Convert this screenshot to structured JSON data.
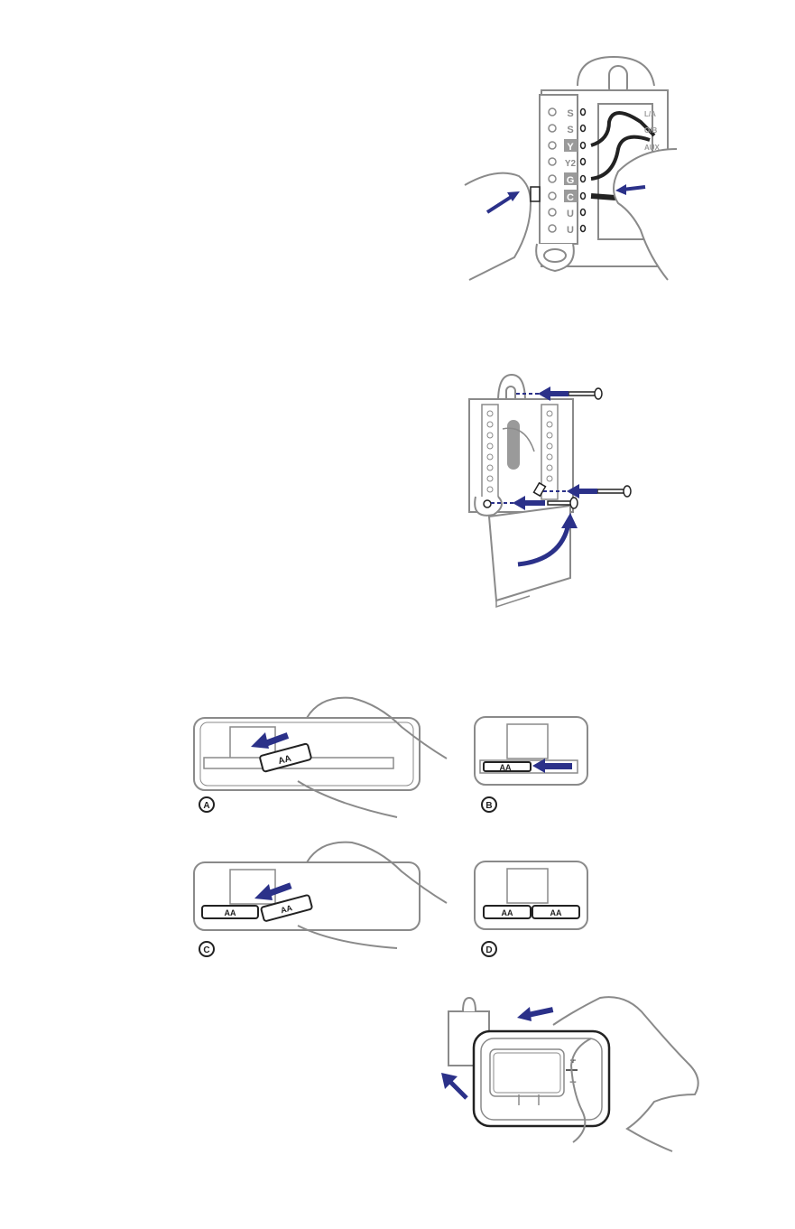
{
  "terminal_block": {
    "left_terminals": [
      "S",
      "S",
      "Y",
      "Y2",
      "G",
      "C",
      "U",
      "U"
    ],
    "right_terminals": [
      "L/A",
      "O/B",
      "AUX"
    ]
  },
  "battery_panels": {
    "labels": [
      "A",
      "B",
      "C",
      "D"
    ],
    "battery_text": "AA"
  },
  "device_controls": {
    "plus": "+",
    "minus": "–"
  },
  "colors": {
    "arrow": "#2b3189",
    "line": "#8a8a8a",
    "wire": "#222222",
    "terminal_highlight": "#9a9a9a"
  }
}
